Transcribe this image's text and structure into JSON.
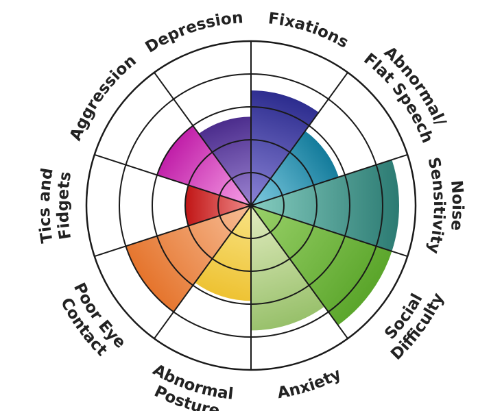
{
  "chart_data": {
    "type": "polar-area",
    "rlim": [
      0,
      5
    ],
    "rings": [
      1,
      2,
      3,
      4,
      5
    ],
    "categories": [
      "Fixations",
      "Abnormal/\nFlat Speech",
      "Noise\nSensitivity",
      "Social\nDifficulty",
      "Anxiety",
      "Abnormal\nPosture",
      "Poor Eye\nContact",
      "Tics and\nFidgets",
      "Aggression",
      "Depression"
    ],
    "values": [
      3.5,
      2.8,
      4.5,
      4.5,
      3.8,
      2.9,
      4.0,
      2.0,
      3.0,
      2.7
    ],
    "colors": [
      [
        "#8b83d6",
        "#2c2c8e"
      ],
      [
        "#7fcbe0",
        "#137b9b"
      ],
      [
        "#86cdc0",
        "#2b7a72"
      ],
      [
        "#9ad16a",
        "#5aa52a"
      ],
      [
        "#e3ecc1",
        "#97c06a"
      ],
      [
        "#f8e384",
        "#eec232"
      ],
      [
        "#f7bd96",
        "#e5742c"
      ],
      [
        "#f08a8a",
        "#c01515"
      ],
      [
        "#f7a0e6",
        "#c01ea8"
      ],
      [
        "#9c84d2",
        "#4b2c8c"
      ]
    ]
  }
}
